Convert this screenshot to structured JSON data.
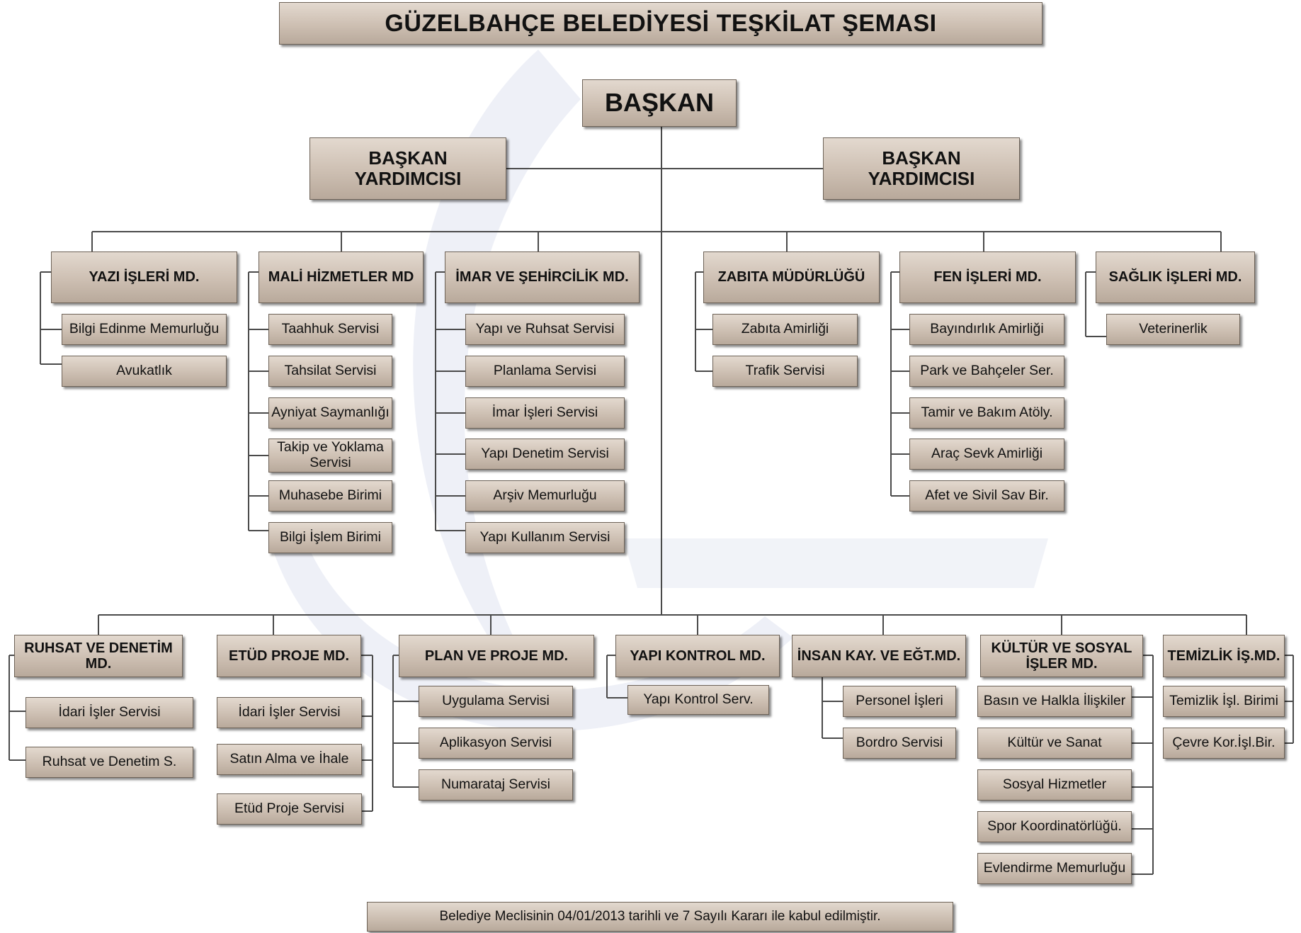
{
  "title": "GÜZELBAHÇE BELEDİYESİ TEŞKİLAT ŞEMASI",
  "head": "BAŞKAN",
  "vice_left": {
    "line1": "BAŞKAN",
    "line2": "YARDIMCISI"
  },
  "vice_right": {
    "line1": "BAŞKAN",
    "line2": "YARDIMCISI"
  },
  "top_row": [
    {
      "name": "YAZI İŞLERİ MD.",
      "units": [
        "Bilgi Edinme Memurluğu",
        "Avukatlık"
      ]
    },
    {
      "name": "MALİ HİZMETLER MD",
      "units": [
        "Taahhuk Servisi",
        "Tahsilat Servisi",
        "Ayniyat Saymanlığı",
        "Takip ve Yoklama Servisi",
        "Muhasebe Birimi",
        "Bilgi İşlem Birimi"
      ]
    },
    {
      "name": "İMAR VE ŞEHİRCİLİK MD.",
      "units": [
        "Yapı ve Ruhsat Servisi",
        "Planlama Servisi",
        "İmar İşleri Servisi",
        "Yapı Denetim Servisi",
        "Arşiv Memurluğu",
        "Yapı Kullanım Servisi"
      ]
    },
    {
      "name": "ZABITA MÜDÜRLÜĞÜ",
      "units": [
        "Zabıta Amirliği",
        "Trafik Servisi"
      ]
    },
    {
      "name": "FEN İŞLERİ MD.",
      "units": [
        "Bayındırlık Amirliği",
        "Park ve Bahçeler Ser.",
        "Tamir ve Bakım Atöly.",
        "Araç Sevk Amirliği",
        "Afet ve Sivil Sav Bir."
      ]
    },
    {
      "name": "SAĞLIK İŞLERİ MD.",
      "units": [
        "Veterinerlik"
      ]
    }
  ],
  "bottom_row": [
    {
      "name": "RUHSAT VE DENETİM MD.",
      "units": [
        "İdari İşler Servisi",
        "Ruhsat ve Denetim S."
      ]
    },
    {
      "name": "ETÜD PROJE  MD.",
      "units": [
        "İdari İşler Servisi",
        "Satın Alma ve İhale",
        "Etüd Proje Servisi"
      ]
    },
    {
      "name": "PLAN VE PROJE MD.",
      "units": [
        "Uygulama Servisi",
        "Aplikasyon Servisi",
        "Numarataj Servisi"
      ]
    },
    {
      "name": "YAPI KONTROL MD.",
      "units": [
        "Yapı Kontrol Serv."
      ]
    },
    {
      "name": "İNSAN KAY. VE EĞT.MD.",
      "units": [
        "Personel İşleri",
        "Bordro Servisi"
      ]
    },
    {
      "name": "KÜLTÜR VE SOSYAL İŞLER MD.",
      "units": [
        "Basın ve Halkla İlişkiler",
        "Kültür ve Sanat",
        "Sosyal Hizmetler",
        "Spor Koordinatörlüğü.",
        "Evlendirme Memurluğu"
      ]
    },
    {
      "name": "TEMİZLİK İŞ.MD.",
      "units": [
        "Temizlik İşl. Birimi",
        "Çevre Kor.İşl.Bir."
      ]
    }
  ],
  "footer_note": "Belediye Meclisinin 04/01/2013 tarihli ve 7 Sayılı Kararı ile kabul edilmiştir.",
  "colors": {
    "box_top": "#e3d9cf",
    "box_bottom": "#b8a99b",
    "border": "#6d6257",
    "connector": "#4a4a4a",
    "watermark": "#eef0f7"
  }
}
